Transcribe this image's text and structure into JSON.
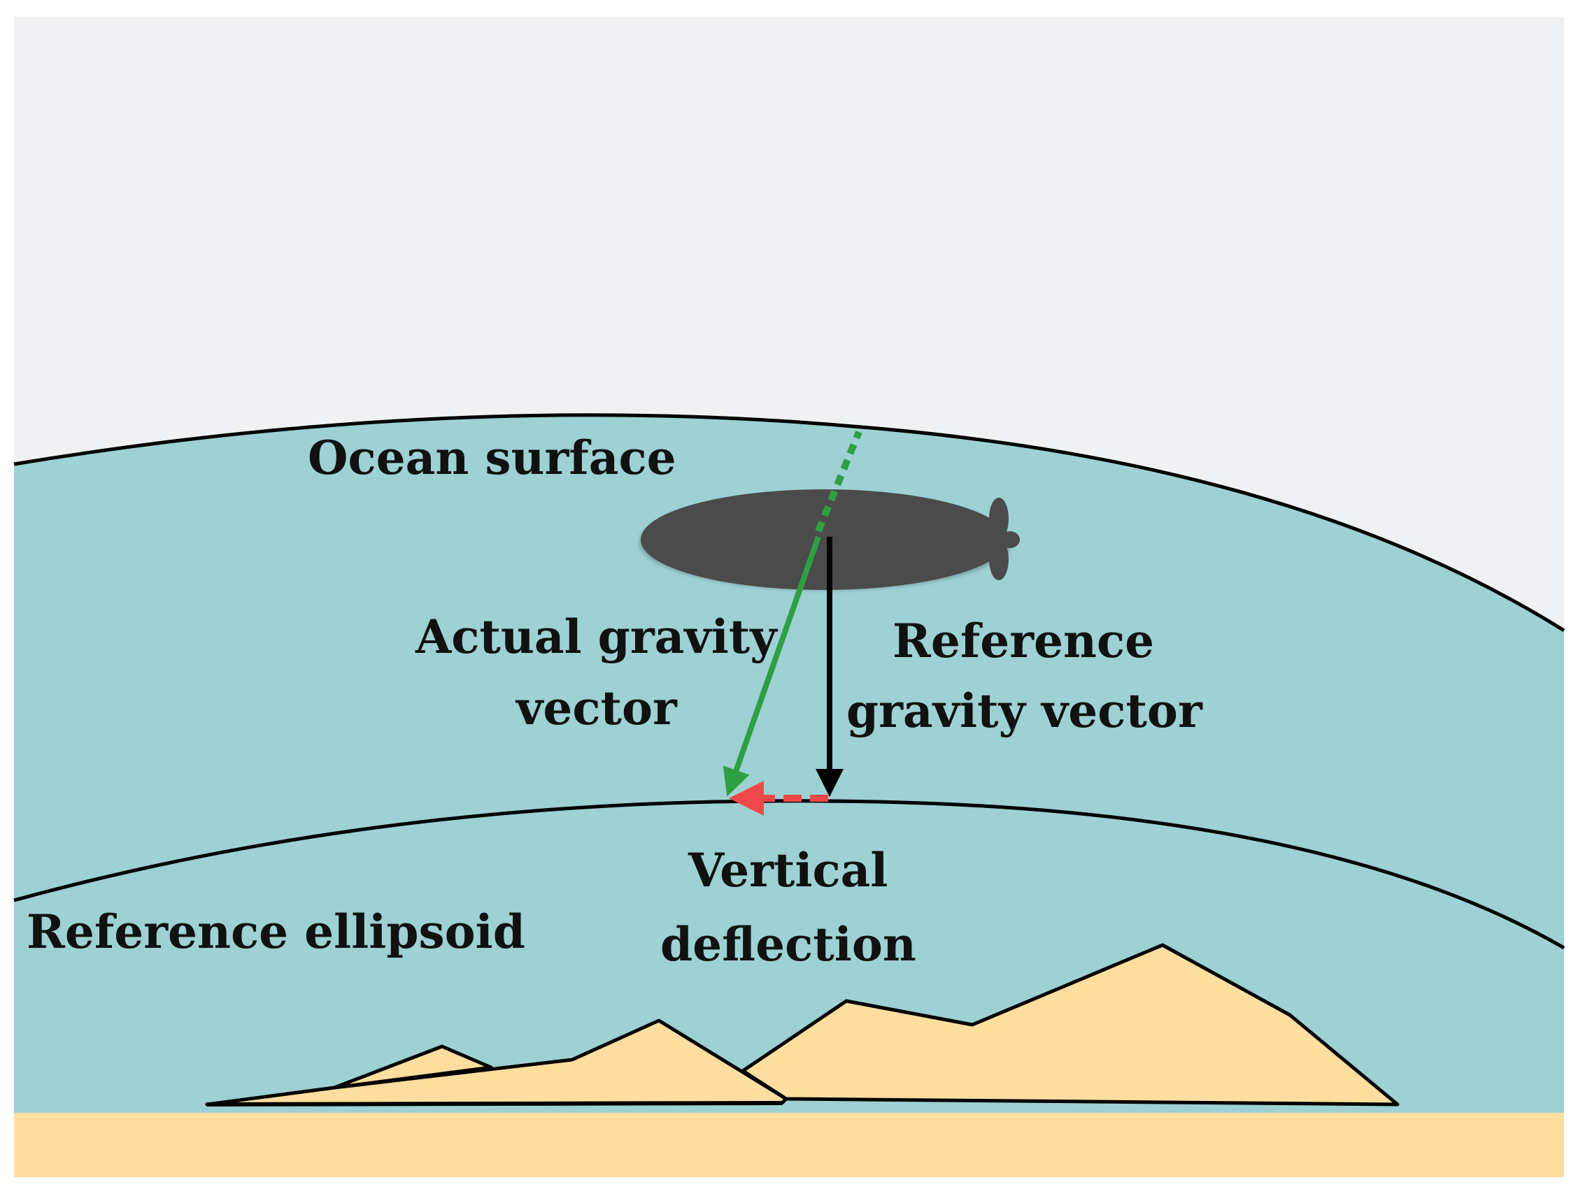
{
  "labels": {
    "ocean_surface": "Ocean surface",
    "actual_gravity_line1": "Actual gravity",
    "actual_gravity_line2": "vector",
    "reference_gravity_line1": "Reference",
    "reference_gravity_line2": "gravity vector",
    "vertical_deflection_line1": "Vertical",
    "vertical_deflection_line2": "deflection",
    "reference_ellipsoid": "Reference ellipsoid"
  },
  "colors": {
    "sky": "#F0F1F2",
    "ocean": "#9DD1D4",
    "seabed": "#FDDE9F",
    "terrain": "#FDDE9F",
    "submarine": "#4B4B4B",
    "actual_gravity_vector": "#2EA043",
    "reference_gravity_vector": "#000000",
    "vertical_deflection": "#F04848",
    "outline": "#000000"
  },
  "icons": {
    "vehicle": "submarine-icon"
  }
}
